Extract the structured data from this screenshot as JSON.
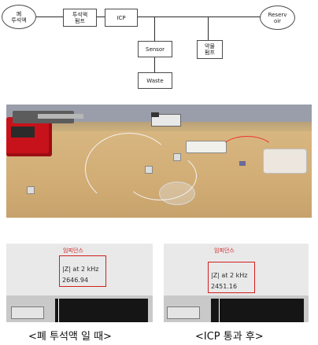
{
  "diagram": {
    "nodes": {
      "dialysate": "폐\n투석액",
      "dialysate_pump": "투석액\n펌프",
      "icp": "ICP",
      "reservoir": "Reserv\noir",
      "sensor": "Sensor",
      "waste": "Waste",
      "drug_pump": "약물\n펌프"
    }
  },
  "panels": [
    {
      "label": "임피던스",
      "measure_label": "|Z| at 2 kHz",
      "value": "2646.94",
      "caption": "<폐 투석액 일 때>"
    },
    {
      "label": "임피던스",
      "measure_label": "|Z| at 2 kHz",
      "value": "2451.16",
      "caption": "<ICP 통과 후>"
    }
  ],
  "colors": {
    "highlight": "#d0201e",
    "pump_body": "#c8121b",
    "bench": "#d2b27c"
  }
}
